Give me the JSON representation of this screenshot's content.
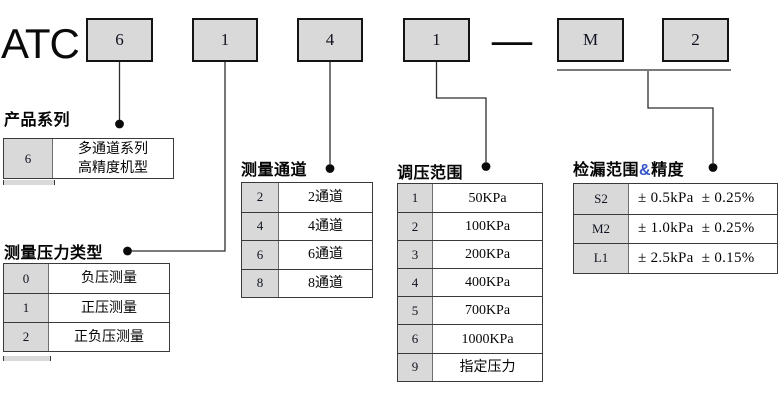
{
  "code": {
    "prefix": "ATC",
    "segments": [
      "6",
      "1",
      "4",
      "1",
      "M",
      "2"
    ],
    "separator": "—"
  },
  "colors": {
    "box_fill": "#d9d9d9",
    "box_border": "#141414",
    "connector_line": "#2e2e2e",
    "underline_gray": "#7a7a7a",
    "ampersand_accent": "#3556c8"
  },
  "sections": [
    {
      "id": "product-series",
      "title": "产品系列",
      "rows": [
        {
          "key": "6",
          "value": "多通道系列\n高精度机型"
        }
      ]
    },
    {
      "id": "pressure-type",
      "title": "测量压力类型",
      "rows": [
        {
          "key": "0",
          "value": "负压测量"
        },
        {
          "key": "1",
          "value": "正压测量"
        },
        {
          "key": "2",
          "value": "正负压测量"
        }
      ]
    },
    {
      "id": "channels",
      "title": "测量通道",
      "rows": [
        {
          "key": "2",
          "value": "2通道"
        },
        {
          "key": "4",
          "value": "4通道"
        },
        {
          "key": "6",
          "value": "6通道"
        },
        {
          "key": "8",
          "value": "8通道"
        }
      ]
    },
    {
      "id": "regulating-range",
      "title": "调压范围",
      "rows": [
        {
          "key": "1",
          "value": "50KPa"
        },
        {
          "key": "2",
          "value": "100KPa"
        },
        {
          "key": "3",
          "value": "200KPa"
        },
        {
          "key": "4",
          "value": "400KPa"
        },
        {
          "key": "5",
          "value": "700KPa"
        },
        {
          "key": "6",
          "value": "1000KPa"
        },
        {
          "key": "9",
          "value": "指定压力"
        }
      ]
    },
    {
      "id": "leak-range-accuracy",
      "title_parts": {
        "pre": "检漏范围",
        "amp": "&",
        "post": "精度"
      },
      "rows": [
        {
          "key": "S2",
          "value": "± 0.5kPa  ± 0.25%"
        },
        {
          "key": "M2",
          "value": "± 1.0kPa  ± 0.25%"
        },
        {
          "key": "L1",
          "value": "± 2.5kPa  ± 0.15%"
        }
      ]
    }
  ]
}
